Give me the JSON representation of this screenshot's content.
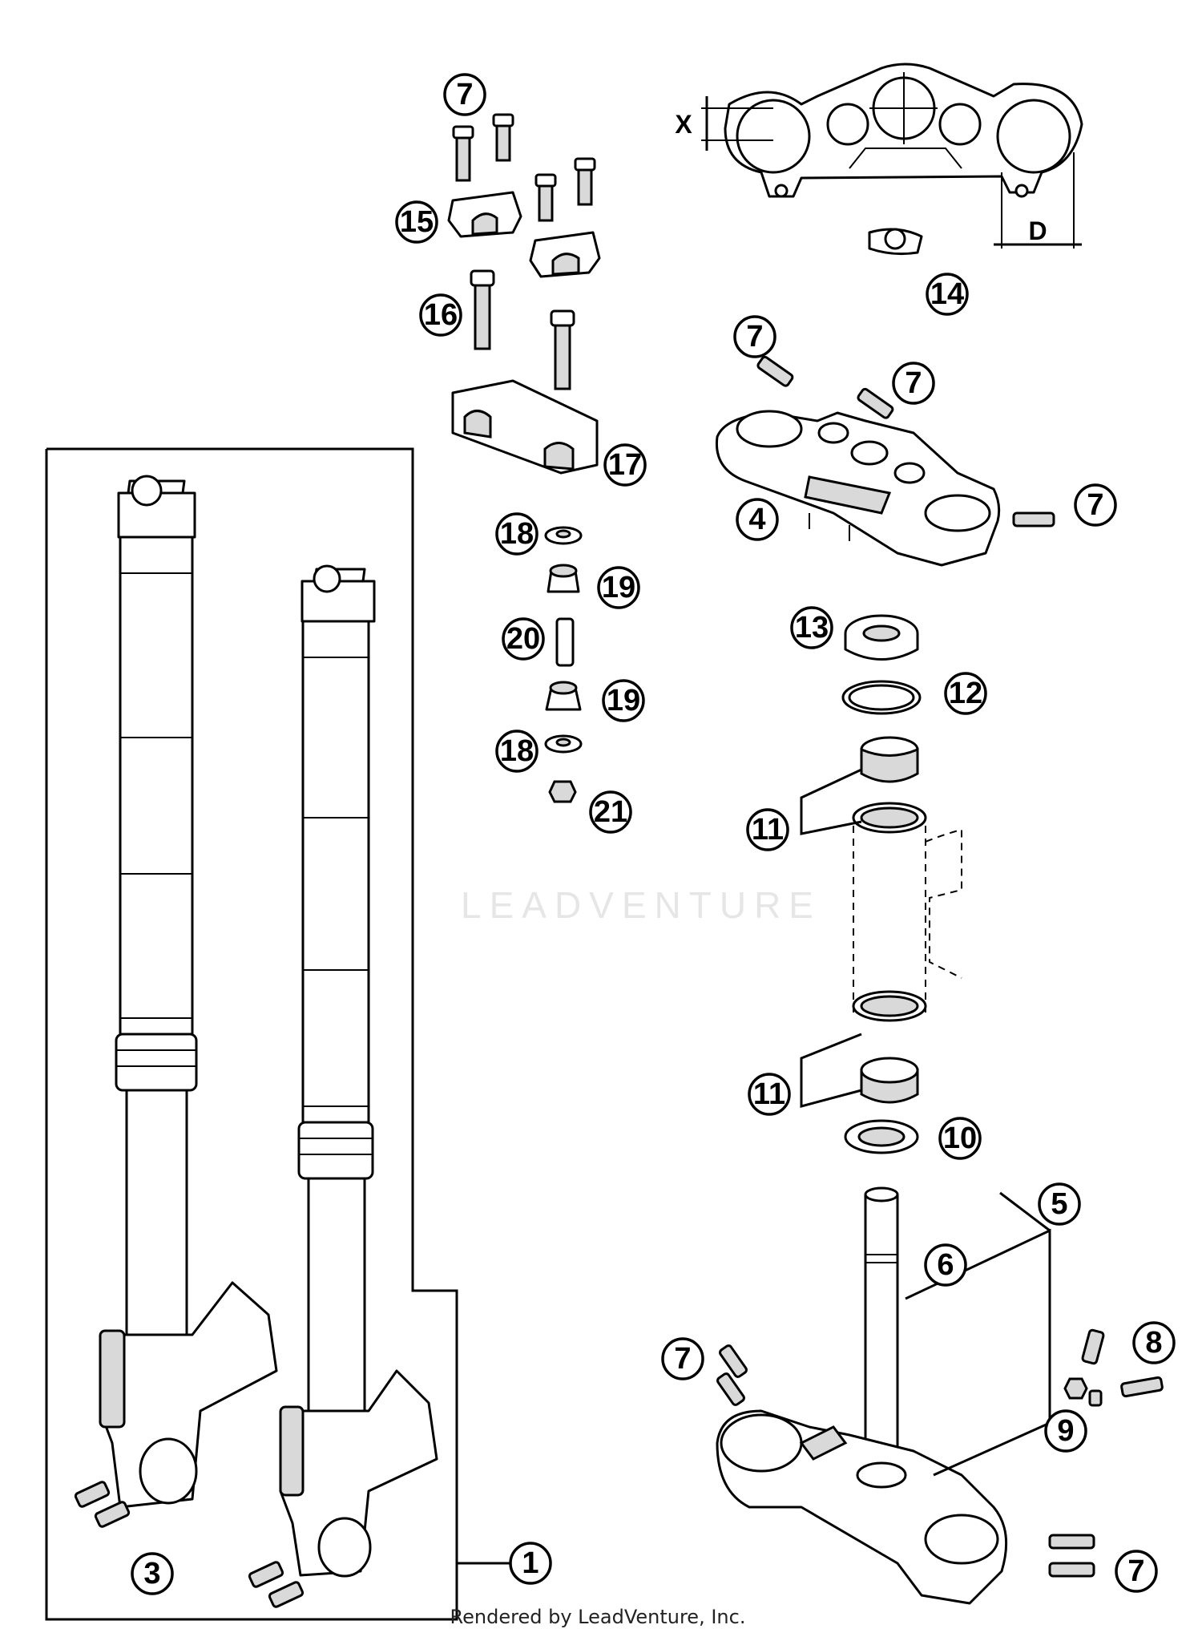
{
  "callouts": {
    "c1": "1",
    "c3": "3",
    "c4": "4",
    "c5": "5",
    "c6": "6",
    "c7": "7",
    "c8": "8",
    "c9": "9",
    "c10": "10",
    "c11": "11",
    "c12": "12",
    "c13": "13",
    "c14": "14",
    "c15": "15",
    "c16": "16",
    "c17": "17",
    "c18": "18",
    "c19": "19",
    "c20": "20",
    "c21": "21"
  },
  "dimensions": {
    "x": "X",
    "d": "D"
  },
  "watermark": "LEADVENTURE",
  "footer": "Rendered by LeadVenture, Inc."
}
